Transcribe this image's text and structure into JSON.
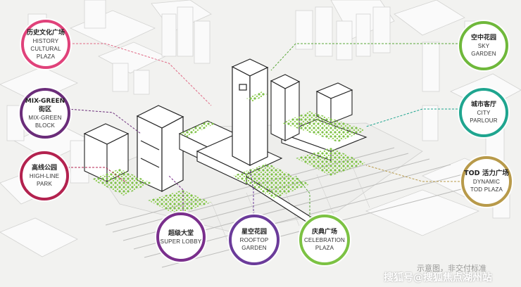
{
  "badges": {
    "history": {
      "zh": "历史文化广场",
      "en1": "HISTORY",
      "en2": "CULTURAL",
      "en3": "PLAZA",
      "color": "#e0427a"
    },
    "mixgreen": {
      "zh": "MIX-GREEN",
      "zh2": "街区",
      "en1": "MIX-GREEN",
      "en2": "BLOCK",
      "color": "#6b2d7a"
    },
    "highline": {
      "zh": "高线公园",
      "en1": "HIGH-LINE",
      "en2": "PARK",
      "color": "#b3224f"
    },
    "superlobby": {
      "zh": "超级大堂",
      "en1": "SUPER LOBBY",
      "color": "#7a2f8c"
    },
    "rooftop": {
      "zh": "星空花园",
      "en1": "ROOFTOP",
      "en2": "GARDEN",
      "color": "#6b3b9a"
    },
    "celebration": {
      "zh": "庆典广场",
      "en1": "CELEBRATION",
      "en2": "PLAZA",
      "color": "#7cc243"
    },
    "sky": {
      "zh": "空中花园",
      "en1": "SKY",
      "en2": "GARDEN",
      "color": "#6fb83b"
    },
    "city": {
      "zh": "城市客厅",
      "en1": "CITY",
      "en2": "PARLOUR",
      "color": "#1fa58f"
    },
    "tod": {
      "zh": "TOD 活力广场",
      "en1": "DYNAMIC",
      "en2": "TOD PLAZA",
      "color": "#b89a4a"
    }
  },
  "caption": {
    "schematic": "示意图，非交付标准",
    "watermark": "搜狐号@搜狐焦点湖州站"
  },
  "colors": {
    "building": "#ffffff",
    "outline": "#222222",
    "ground": "#e9e9e7",
    "rail": "#c9c9c7",
    "green": "#7dc047",
    "dashRed": "#e06a86",
    "dashGreen": "#5aa83a"
  }
}
